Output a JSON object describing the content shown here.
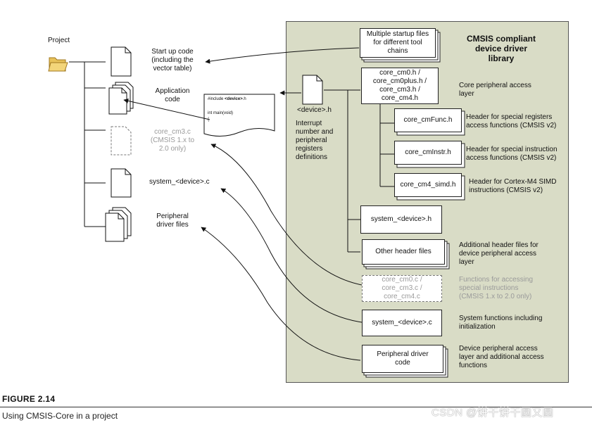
{
  "project": {
    "label": "Project",
    "items": {
      "startup": "Start up code\n(including the\nvector table)",
      "application": "Application\ncode",
      "core_cm3_c": "core_cm3.c\n(CMSIS 1.x to\n2.0 only)",
      "system_c": "system_<device>.c",
      "peripheral": "Peripheral\ndriver files"
    }
  },
  "code_snippet": {
    "line1_prefix": "#include ",
    "line1_bold": "<device>",
    "line1_suffix": ".h",
    "line2": "int main(void)\n{"
  },
  "library": {
    "title": "CMSIS compliant\ndevice driver\nlibrary",
    "device_h_label": "<device>.h",
    "device_h_desc": "Interrupt\nnumber and\nperipheral\nregisters\ndefinitions",
    "boxes": {
      "startup_files": "Multiple startup files\nfor different tool\nchains",
      "core_cm_h": "core_cm0.h /\ncore_cm0plus.h /\ncore_cm3.h /\ncore_cm4.h",
      "cmfunc": "core_cmFunc.h",
      "cminstr": "core_cmInstr.h",
      "cm4simd": "core_cm4_simd.h",
      "system_h": "system_<device>.h",
      "other_headers": "Other header files",
      "core_c": "core_cm0.c /\ncore_cm3.c /\ncore_cm4.c",
      "system_c": "system_<device>.c",
      "peripheral_code": "Peripheral driver\ncode"
    },
    "descriptions": {
      "core_access": "Core peripheral access\nlayer",
      "cmfunc": "Header for special registers\naccess functions (CMSIS v2)",
      "cminstr": "Header for special instruction\naccess functions (CMSIS v2)",
      "cm4simd": "Header for Cortex-M4 SIMD\ninstructions (CMSIS v2)",
      "other_headers": "Additional header files for\ndevice peripheral access\nlayer",
      "core_c": "Functions for accessing\nspecial instructions\n(CMSIS 1.x to 2.0 only)",
      "system_c": "System functions including\ninitialization",
      "peripheral_code": "Device peripheral access\nlayer and additional access\nfunctions"
    }
  },
  "figure": {
    "number": "FIGURE 2.14",
    "caption": "Using CMSIS-Core in a project"
  },
  "watermark": "CSDN @饼干饼干圆又圆",
  "colors": {
    "library_bg": "#d9dcc6",
    "folder": "#e8c25a",
    "gray_text": "#9a9a9a"
  }
}
